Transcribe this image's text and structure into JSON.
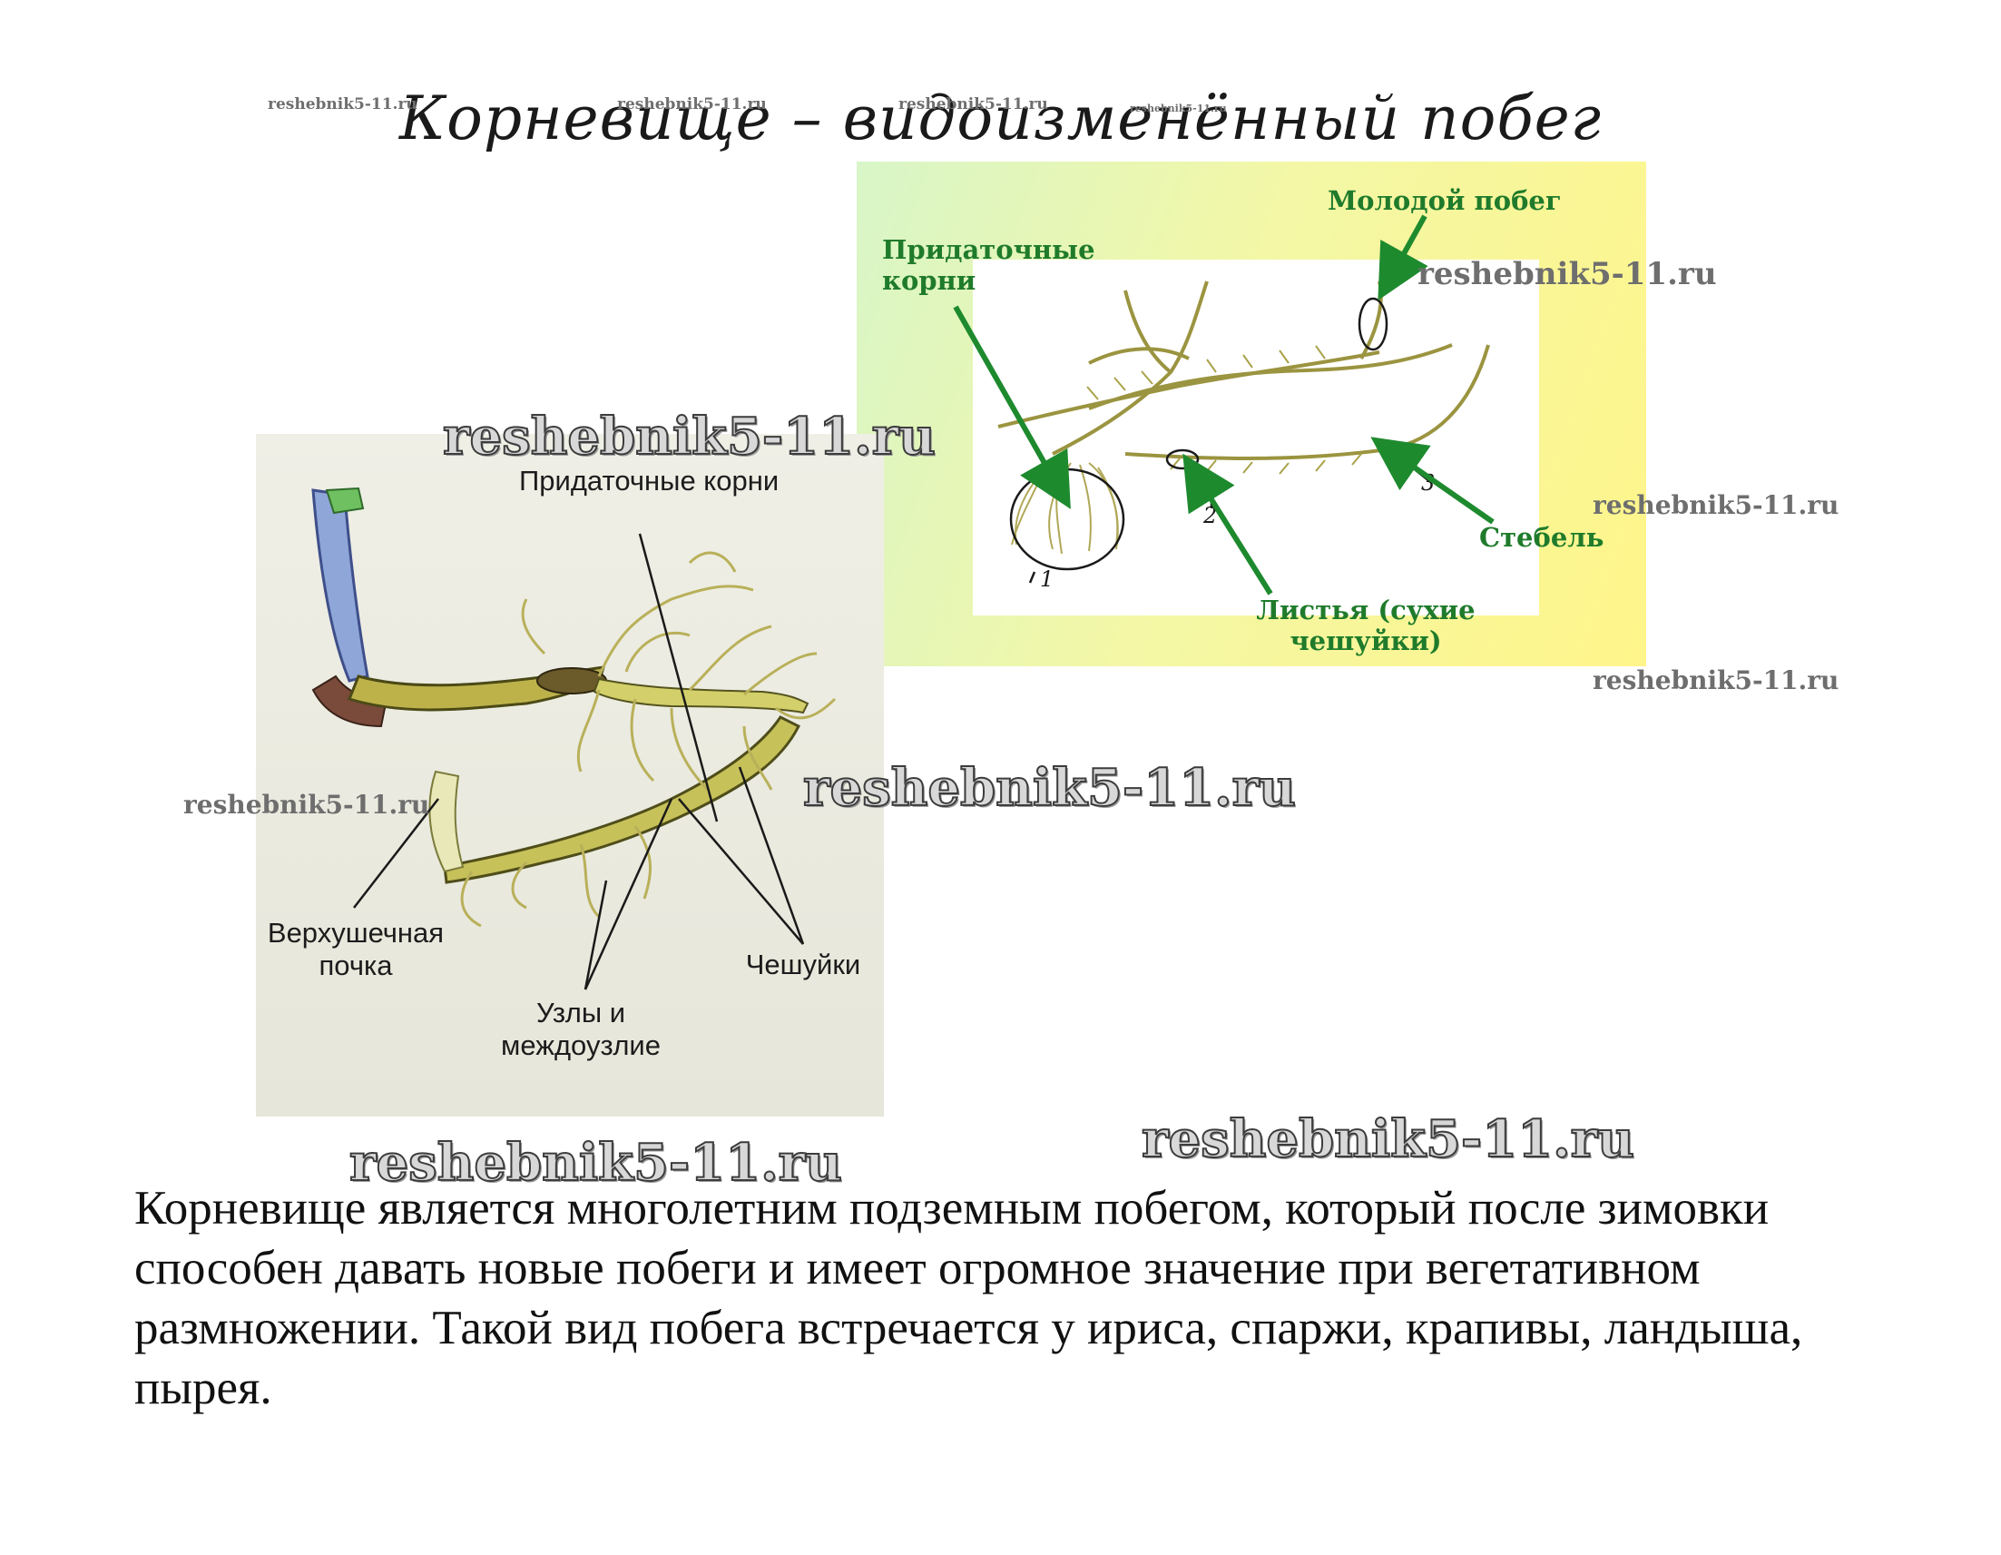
{
  "title": "Корневище – видоизменённый побег",
  "watermark": "reshebnik5-11.ru",
  "left_diagram": {
    "labels": {
      "adventitious_roots": "Придаточные корни",
      "apical_bud": "Верхушечная почка",
      "scales": "Чешуйки",
      "nodes": "Узлы и междоузлие"
    }
  },
  "right_diagram": {
    "labels": {
      "young_shoot": "Молодой побег",
      "adventitious_roots": "Придаточные корни",
      "stem": "Стебель",
      "leaves": "Листья (сухие чешуйки)"
    },
    "numbers": [
      "1",
      "2",
      "3"
    ]
  },
  "paragraph": "Корневище является многолетним подземным побегом, который после зимовки способен давать новые побеги и имеет огромное значение при вегетативном размножении. Такой вид побега встречается у ириса, спаржи, крапивы, ландыша, пырея.",
  "colors": {
    "label_green": "#1f7b2b",
    "rhizome": "#b8b046",
    "arrow_green": "#1e8a2e"
  }
}
